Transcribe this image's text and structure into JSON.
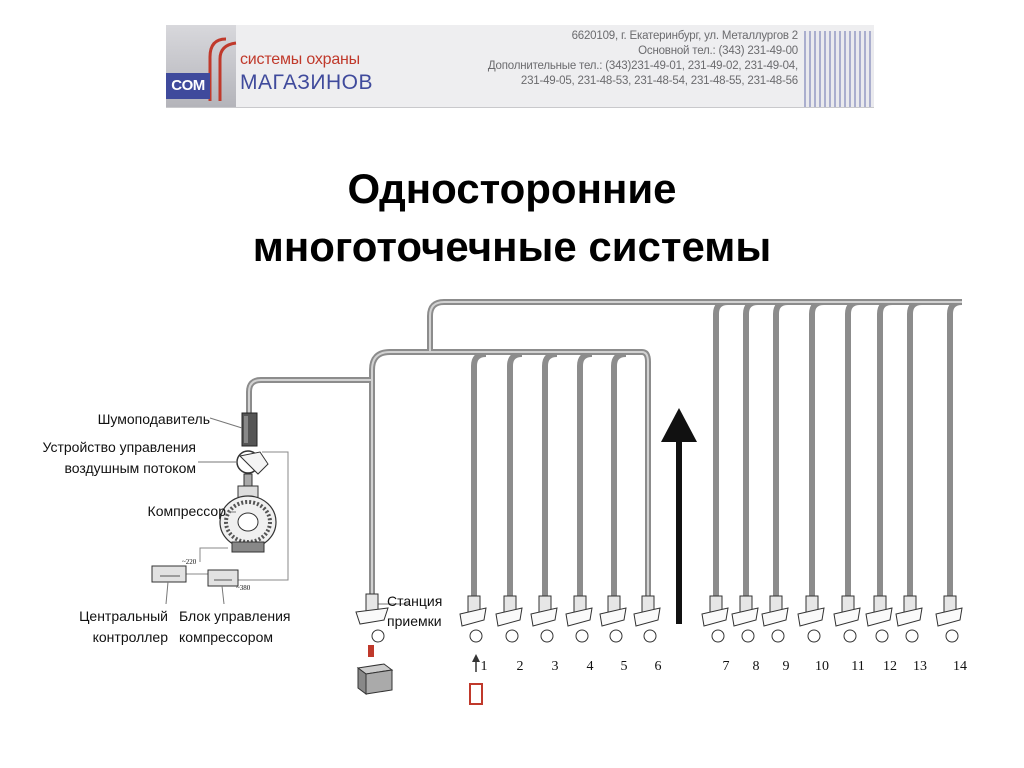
{
  "banner": {
    "logo_com": "COM",
    "logo_line1": "системы охраны",
    "logo_line2": "МАГАЗИНОВ",
    "contacts": [
      "6620109, г. Екатеринбург, ул. Металлургов 2",
      "Основной тел.: (343) 231-49-00",
      "Дополнительные тел.: (343)231-49-01, 231-49-02, 231-49-04,",
      "231-49-05, 231-48-53, 231-48-54, 231-48-55, 231-48-56"
    ]
  },
  "title": {
    "line1": "Односторонние",
    "line2": "многоточечные системы"
  },
  "diagram": {
    "labels": {
      "silencer": "Шумоподавитель",
      "airflow_line1": "Устройство управления",
      "airflow_line2": "воздушным потоком",
      "compressor": "Компрессор",
      "controller_line1": "Центральный",
      "controller_line2": "контроллер",
      "compressor_unit_line1": "Блок управления",
      "compressor_unit_line2": "компрессором",
      "station_line1": "Станция",
      "station_line2": "приемки",
      "voltage_220": "~220",
      "voltage_380": "~380"
    },
    "station_numbers": [
      "1",
      "2",
      "3",
      "4",
      "5",
      "6",
      "7",
      "8",
      "9",
      "10",
      "11",
      "12",
      "13",
      "14"
    ]
  }
}
